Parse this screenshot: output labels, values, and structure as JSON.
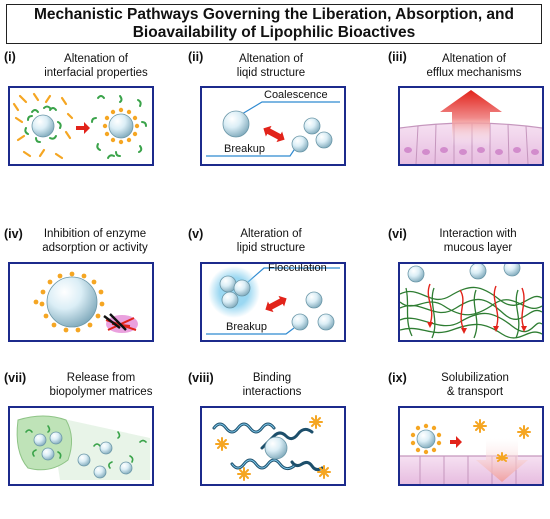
{
  "figure": {
    "title_line1": "Mechanistic Pathways Governing the Liberation, Absorption, and",
    "title_line2": "Bioavailability  of Lipophilic Bioactives"
  },
  "panels": [
    {
      "numeral": "(i)",
      "caption1": "Altenation of",
      "caption2": "interfacial properties"
    },
    {
      "numeral": "(ii)",
      "caption1": "Altenation of",
      "caption2": "liqid structure",
      "label_top": "Coalescence",
      "label_bottom": "Breakup"
    },
    {
      "numeral": "(iii)",
      "caption1": "Altenation of",
      "caption2": "efflux mechanisms"
    },
    {
      "numeral": "(iv)",
      "caption1": "Inhibition of enzyme",
      "caption2": "adsorption or activity"
    },
    {
      "numeral": "(v)",
      "caption1": "Alteration of",
      "caption2": "lipid structure",
      "label_top": "Flocculation",
      "label_bottom": "Breakup"
    },
    {
      "numeral": "(vi)",
      "caption1": "Interaction with",
      "caption2": "mucous layer"
    },
    {
      "numeral": "(vii)",
      "caption1": "Release from",
      "caption2": "biopolymer matrices"
    },
    {
      "numeral": "(viii)",
      "caption1": "Binding",
      "caption2": "interactions"
    },
    {
      "numeral": "(ix)",
      "caption1": "Solubilization",
      "caption2": "& transport"
    }
  ]
}
